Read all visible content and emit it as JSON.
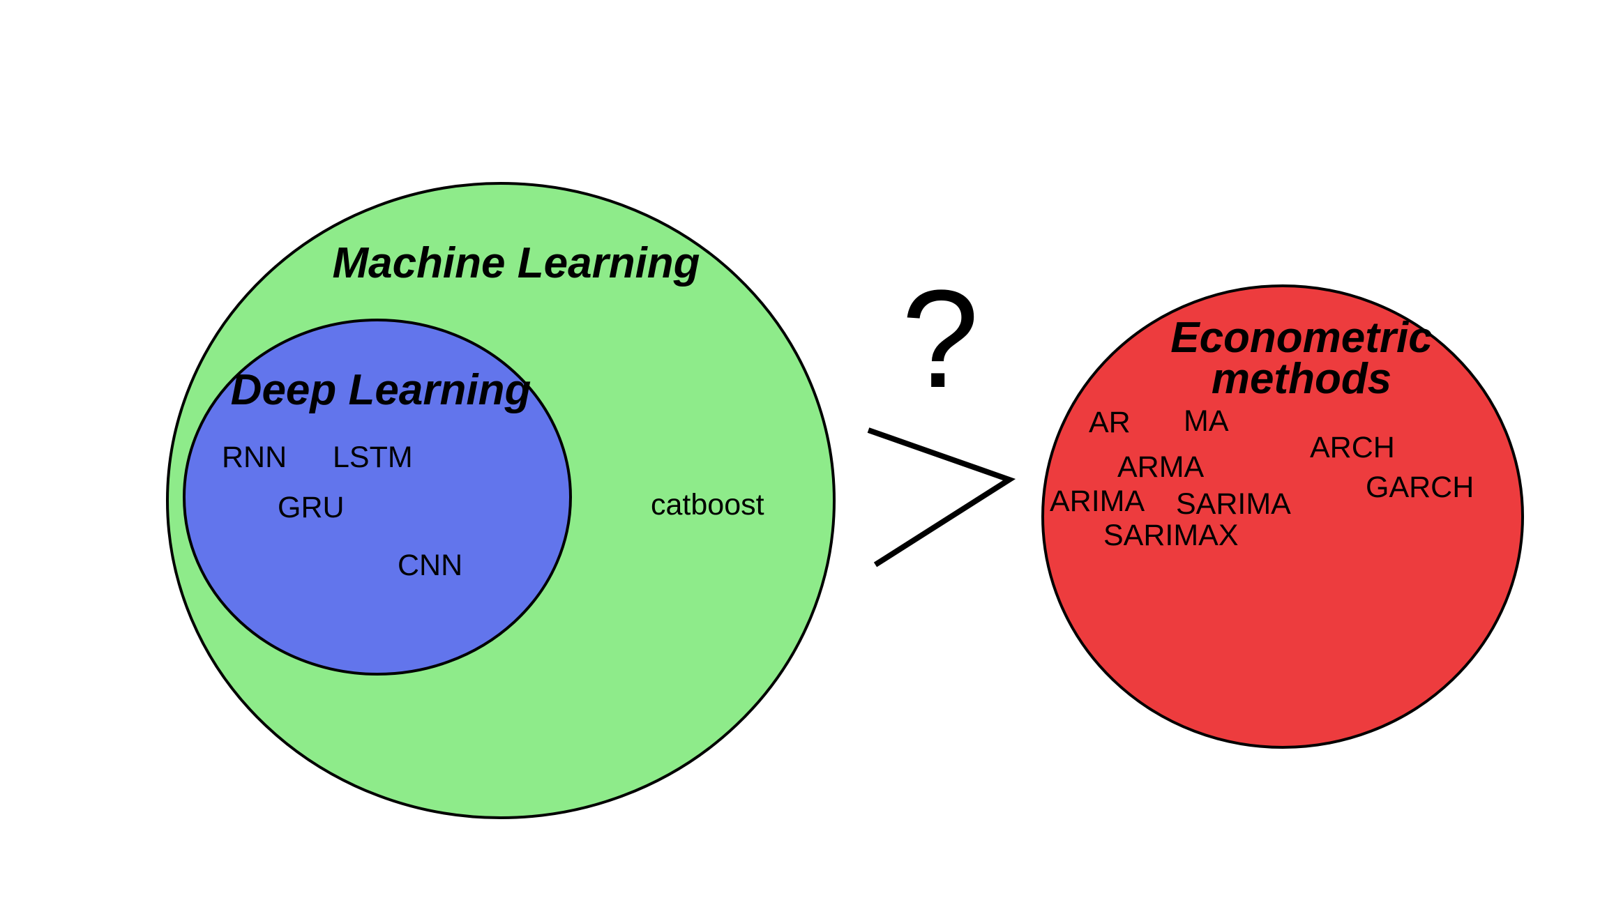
{
  "colors": {
    "machine_learning": "#8eeb8a",
    "deep_learning": "#6275ec",
    "econometric": "#ed3c3e",
    "outline": "#000000"
  },
  "diagram": {
    "question_mark": "?",
    "comparison_symbol": "greater-than",
    "machine_learning": {
      "title": "Machine Learning",
      "items": [
        "catboost"
      ]
    },
    "deep_learning": {
      "title": "Deep Learning",
      "items": [
        "RNN",
        "LSTM",
        "GRU",
        "CNN"
      ]
    },
    "econometric": {
      "title_line1": "Econometric",
      "title_line2": "methods",
      "items": [
        "AR",
        "MA",
        "ARCH",
        "ARMA",
        "GARCH",
        "ARIMA",
        "SARIMA",
        "SARIMAX"
      ]
    }
  }
}
